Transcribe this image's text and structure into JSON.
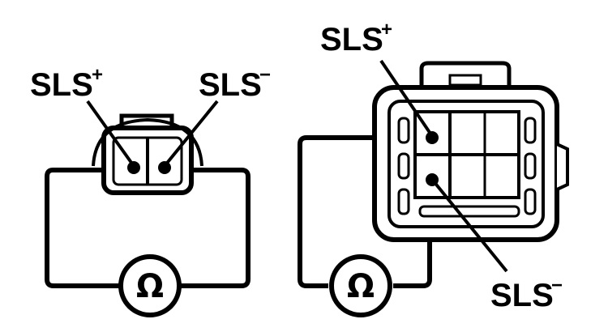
{
  "labels": {
    "left_plus": "SLS",
    "left_plus_sign": "+",
    "left_minus": "SLS",
    "left_minus_sign": "−",
    "right_plus": "SLS",
    "right_plus_sign": "+",
    "right_minus": "SLS",
    "right_minus_sign": "−"
  },
  "meters": {
    "left_symbol": "Ω",
    "right_symbol": "Ω"
  }
}
